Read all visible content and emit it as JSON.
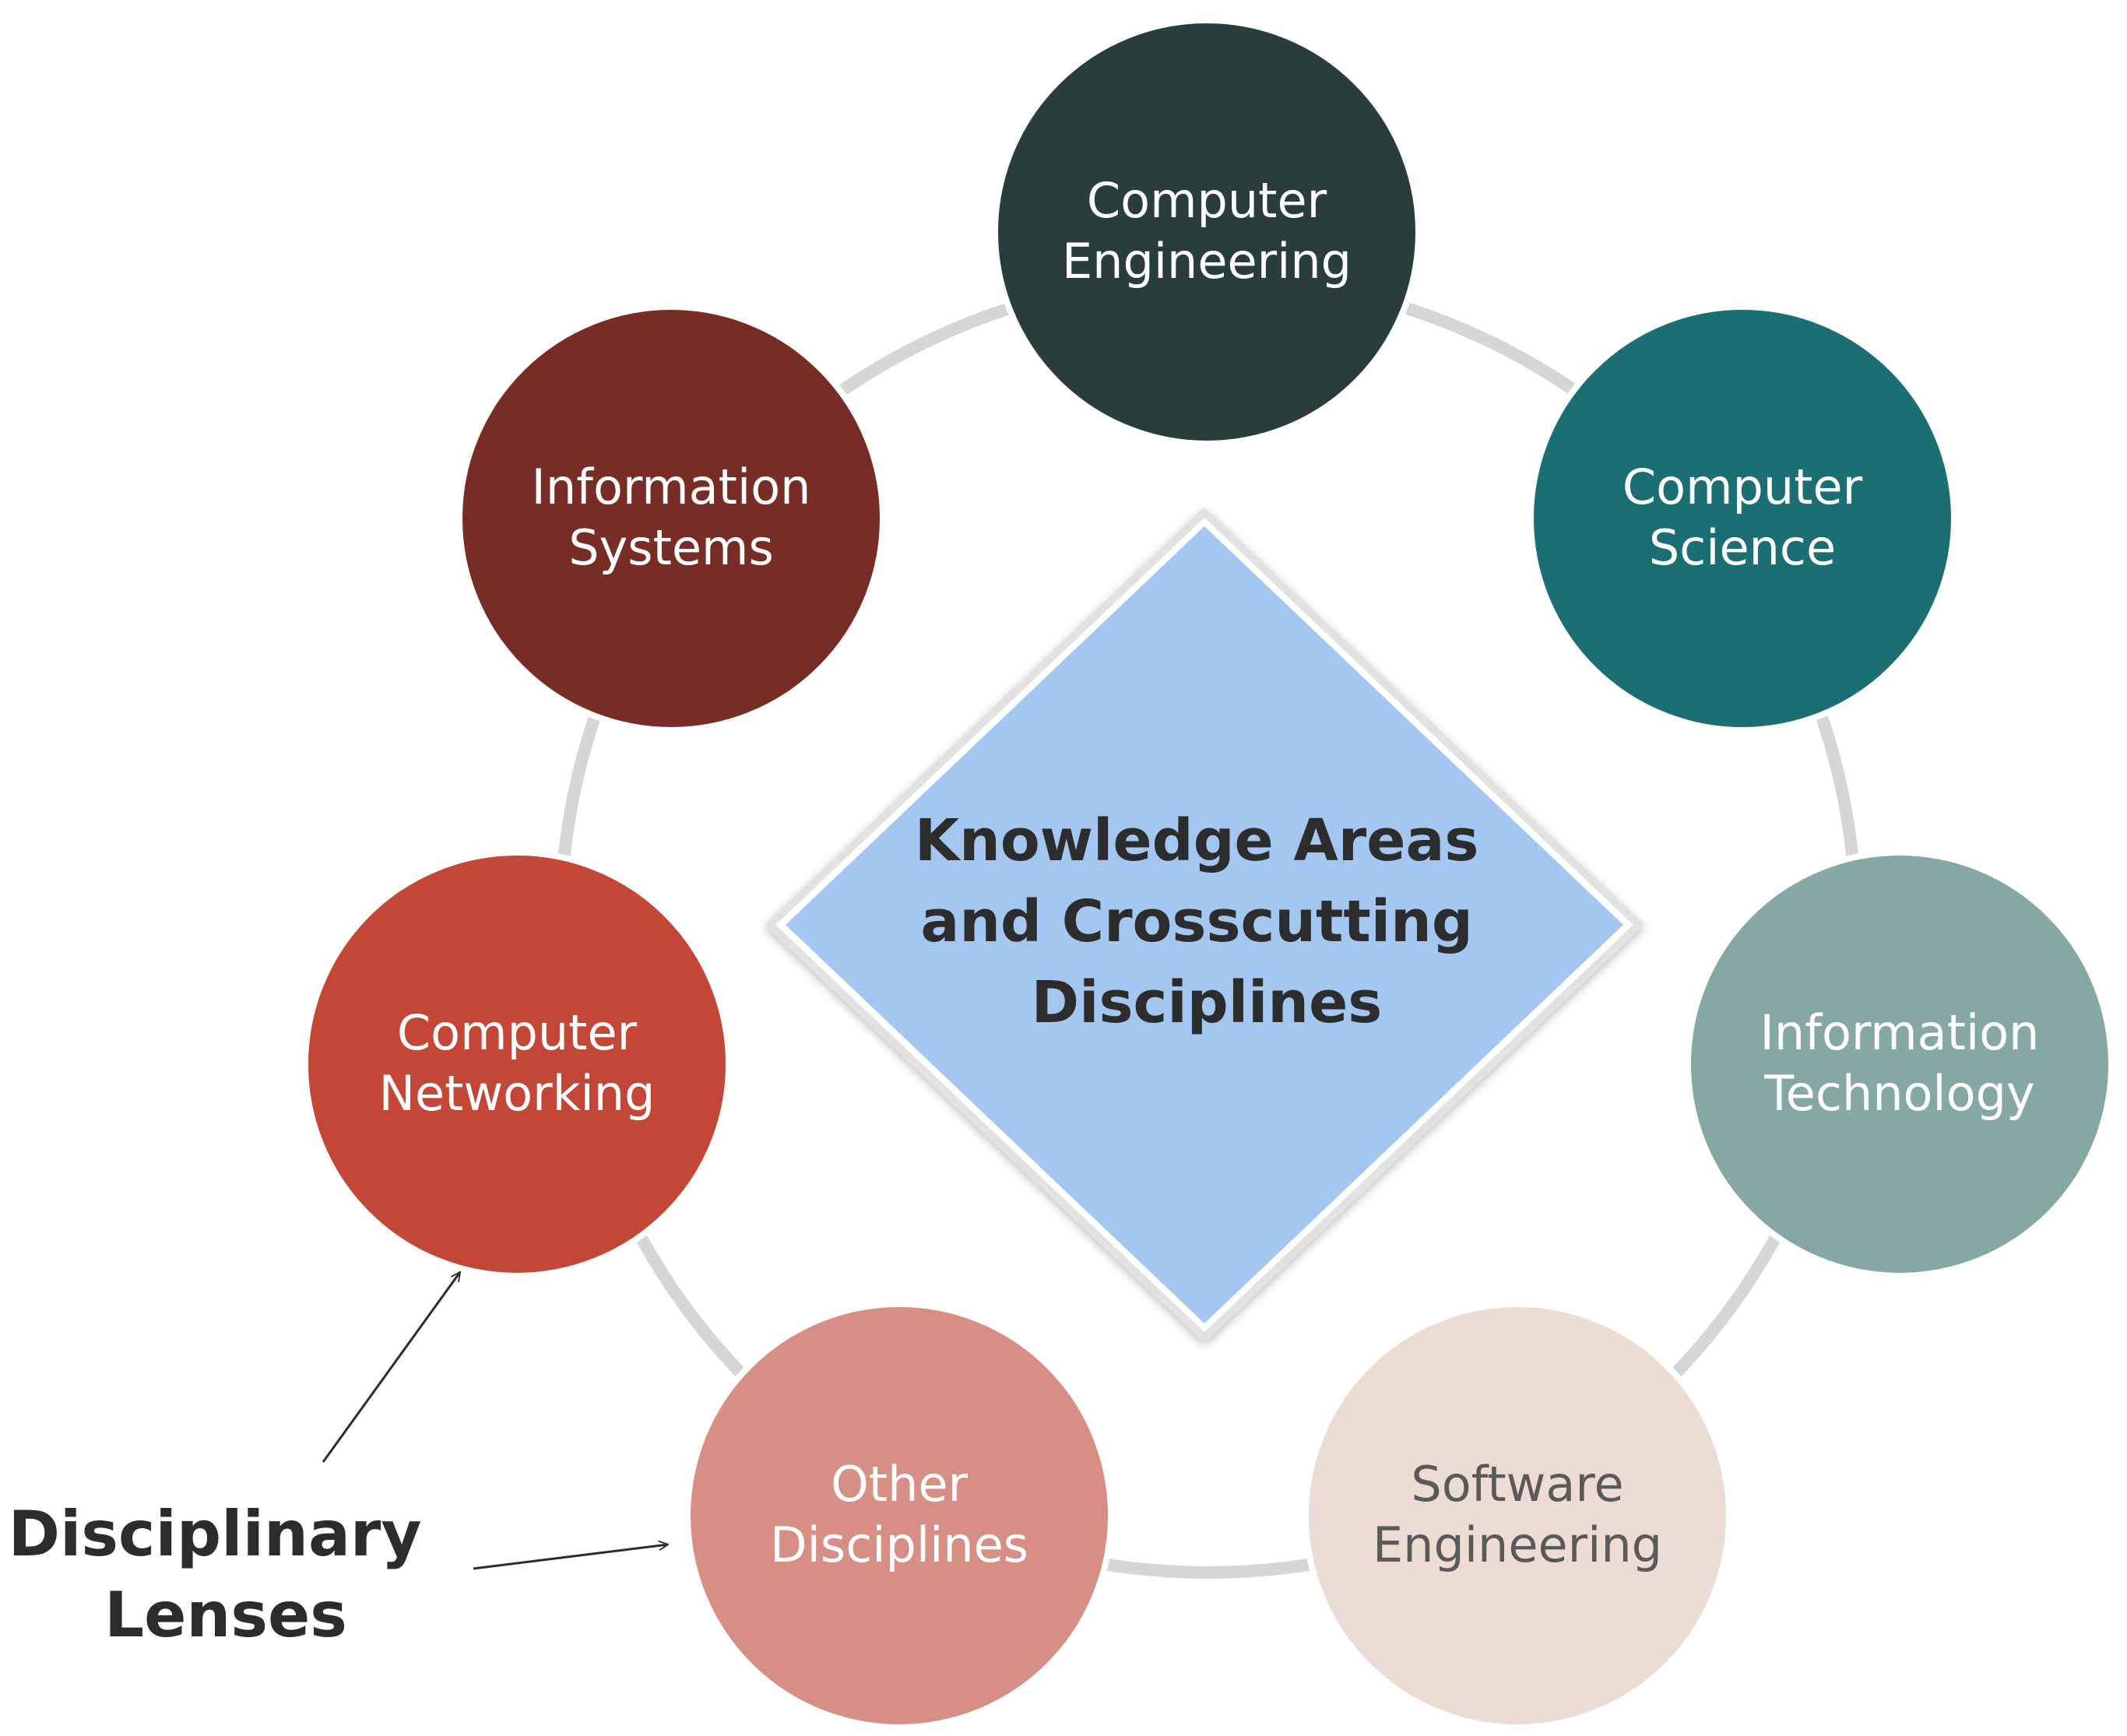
{
  "center": {
    "lines": [
      "Knowledge Areas",
      "and Crosscutting",
      "Disciplines"
    ],
    "fill": "#a3c7f1",
    "text_color": "#2c2c2c"
  },
  "ring": {
    "color": "#d6d6d6"
  },
  "nodes": [
    {
      "id": "computer-engineering",
      "lines": [
        "Computer",
        "Engineering"
      ],
      "fill": "#293d3d",
      "text_color": "#ffffff"
    },
    {
      "id": "computer-science",
      "lines": [
        "Computer",
        "Science"
      ],
      "fill": "#1b6f73",
      "text_color": "#ffffff"
    },
    {
      "id": "information-technology",
      "lines": [
        "Information",
        "Technology"
      ],
      "fill": "#86a8a4",
      "text_color": "#ffffff"
    },
    {
      "id": "software-engineering",
      "lines": [
        "Software",
        "Engineering"
      ],
      "fill": "#eddcd4",
      "text_color": "#5a5a5a"
    },
    {
      "id": "other-disciplines",
      "lines": [
        "Other",
        "Disciplines"
      ],
      "fill": "#d78e84",
      "text_color": "#ffffff"
    },
    {
      "id": "computer-networking",
      "lines": [
        "Computer",
        "Networking"
      ],
      "fill": "#c34636",
      "text_color": "#ffffff"
    },
    {
      "id": "information-systems",
      "lines": [
        "Information",
        "Systems"
      ],
      "fill": "#772d25",
      "text_color": "#ffffff"
    }
  ],
  "lens": {
    "lines": [
      "Disciplinary",
      "Lenses"
    ],
    "text_color": "#2c2c2c"
  }
}
